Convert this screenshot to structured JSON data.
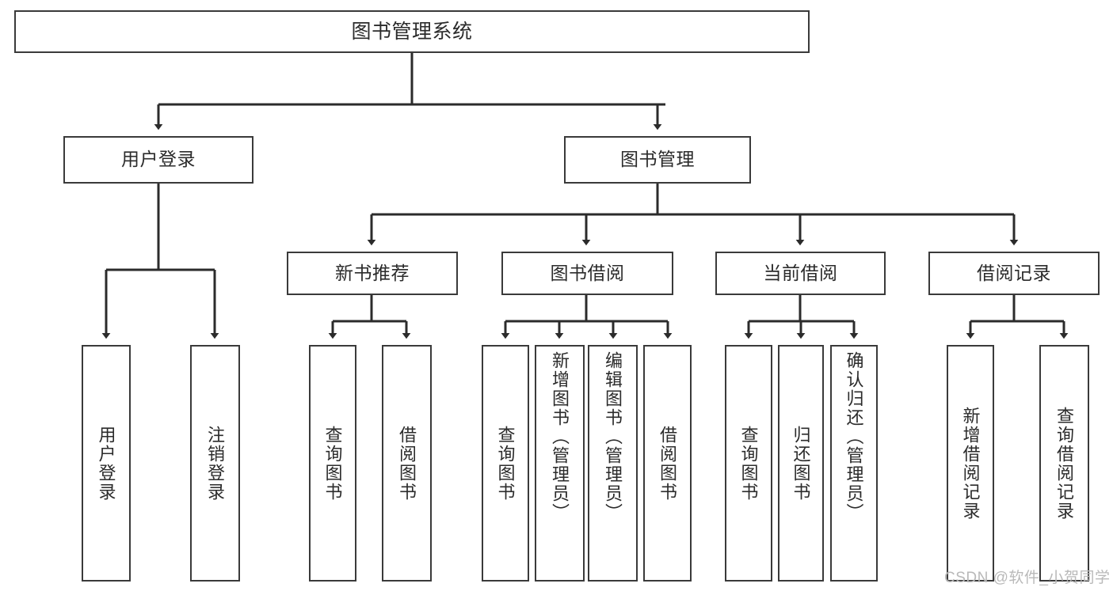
{
  "diagram": {
    "title": "图书管理系统",
    "type": "功能结构图",
    "colors": {
      "box_border": "#3a3a3a",
      "box_fill": "#ffffff",
      "edge": "#2b2b2b",
      "text": "#2b2b2b",
      "watermark": "#b9b9b9",
      "background": "#ffffff"
    }
  },
  "root": {
    "label": "图书管理系统"
  },
  "level1": [
    {
      "id": "user-login",
      "label": "用户登录"
    },
    {
      "id": "book-manage",
      "label": "图书管理"
    }
  ],
  "level2": [
    {
      "id": "new-book-recommend",
      "label": "新书推荐",
      "parent": "book-manage"
    },
    {
      "id": "book-borrow",
      "label": "图书借阅",
      "parent": "book-manage"
    },
    {
      "id": "current-borrow",
      "label": "当前借阅",
      "parent": "book-manage"
    },
    {
      "id": "borrow-record",
      "label": "借阅记录",
      "parent": "book-manage"
    }
  ],
  "leaves": [
    {
      "id": "leaf-user-login",
      "label": "用户登录",
      "parent": "user-login"
    },
    {
      "id": "leaf-logout-login",
      "label": "注销登录",
      "parent": "user-login"
    },
    {
      "id": "leaf-query-book-1",
      "label": "查询图书",
      "parent": "new-book-recommend"
    },
    {
      "id": "leaf-borrow-book-1",
      "label": "借阅图书",
      "parent": "new-book-recommend"
    },
    {
      "id": "leaf-query-book-2",
      "label": "查询图书",
      "parent": "book-borrow"
    },
    {
      "id": "leaf-add-book",
      "label": "新增图书（管理员）",
      "parent": "book-borrow"
    },
    {
      "id": "leaf-edit-book",
      "label": "编辑图书（管理员）",
      "parent": "book-borrow"
    },
    {
      "id": "leaf-borrow-book-2",
      "label": "借阅图书",
      "parent": "book-borrow"
    },
    {
      "id": "leaf-query-book-3",
      "label": "查询图书",
      "parent": "current-borrow"
    },
    {
      "id": "leaf-return-book",
      "label": "归还图书",
      "parent": "current-borrow"
    },
    {
      "id": "leaf-confirm-return",
      "label": "确认归还（管理员）",
      "parent": "current-borrow"
    },
    {
      "id": "leaf-add-record",
      "label": "新增借阅记录",
      "parent": "borrow-record"
    },
    {
      "id": "leaf-query-record",
      "label": "查询借阅记录",
      "parent": "borrow-record"
    }
  ],
  "watermark": {
    "text": "CSDN @软件_小贺同学"
  }
}
